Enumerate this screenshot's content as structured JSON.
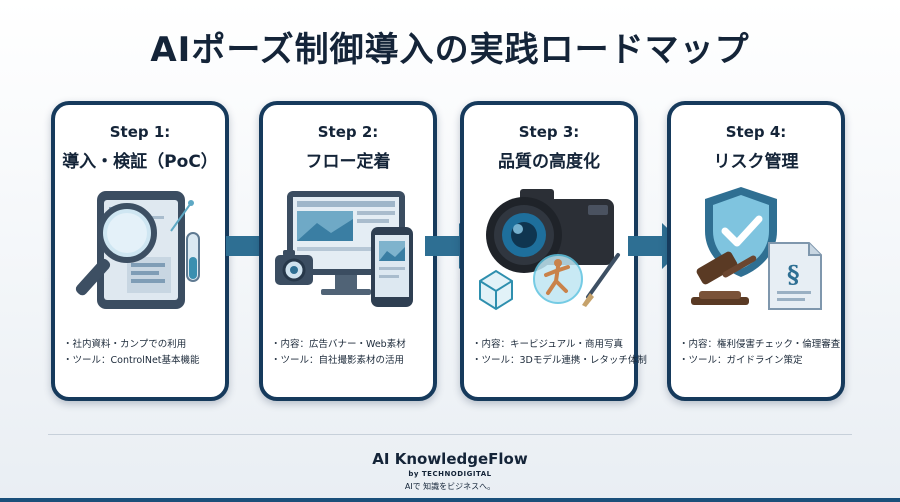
{
  "title": "AIポーズ制御導入の実践ロードマップ",
  "steps": [
    {
      "step": "Step 1:",
      "name": "導入・検証（PoC）",
      "icon": "magnifier-tablet-icon",
      "bullets": [
        "・社内資料・カンプでの利用",
        "・ツール：ControlNet基本機能"
      ]
    },
    {
      "step": "Step 2:",
      "name": "フロー定着",
      "icon": "monitor-phone-camera-icon",
      "bullets": [
        "・内容：広告バナー・Web素材",
        "・ツール：自社撮影素材の活用"
      ]
    },
    {
      "step": "Step 3:",
      "name": "品質の高度化",
      "icon": "camera-3d-pose-icon",
      "bullets": [
        "・内容：キービジュアル・商用写真",
        "・ツール：3Dモデル連携・レタッチ体制"
      ]
    },
    {
      "step": "Step 4:",
      "name": "リスク管理",
      "icon": "shield-gavel-document-icon",
      "bullets": [
        "・内容：権利侵害チェック・倫理審査",
        "・ツール：ガイドライン策定"
      ]
    }
  ],
  "footer": {
    "brand": "AI KnowledgeFlow",
    "by": "by TECHNODIGITAL",
    "tagline": "AIで 知識をビジネスへ。"
  },
  "colors": {
    "card_border": "#163a5c",
    "arrow": "#2e6f93",
    "accent_teal": "#3a8fb0",
    "title": "#142438"
  }
}
